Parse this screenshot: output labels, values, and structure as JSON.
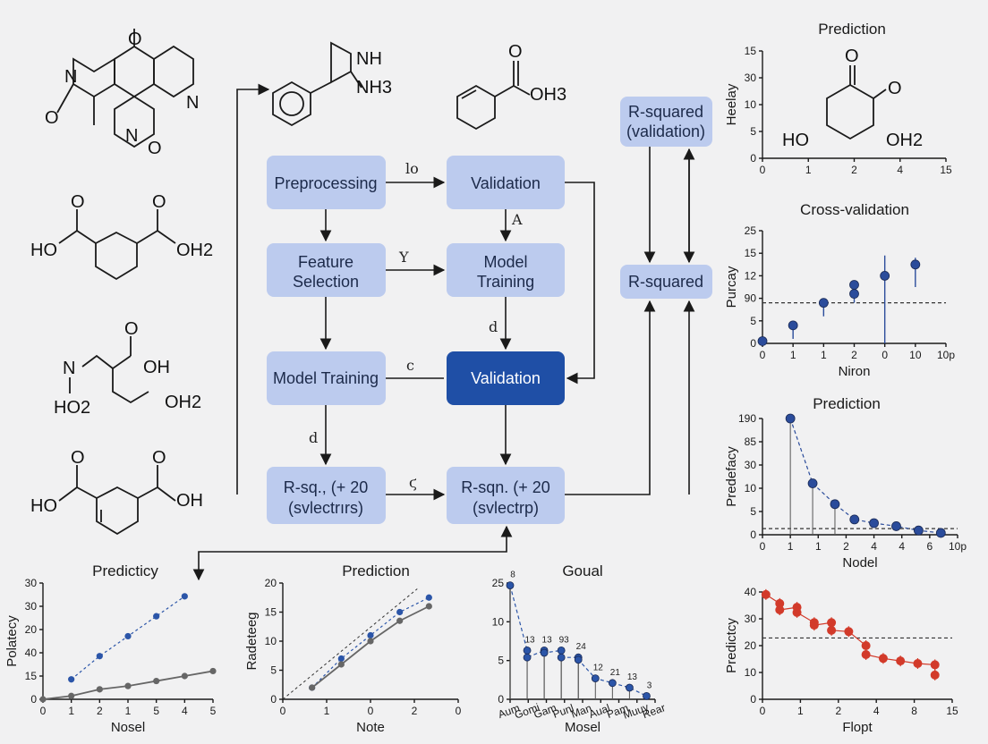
{
  "flowchart": {
    "nodes": {
      "preprocessing": "Preprocessing",
      "validation_top": "Validation",
      "feature_selection_1": "Feature",
      "feature_selection_2": "Selection",
      "model_training_mid_1": "Model",
      "model_training_mid_2": "Training",
      "model_training_left": "Model Training",
      "validation_dark": "Validation",
      "rsq_left_1": "R-sq., (+ 20",
      "rsq_left_2": "(svlectrırs)",
      "rsq_right_1": "R-sqn. (+ 20",
      "rsq_right_2": "(svlectrp)",
      "rsquared_val_1": "R-squared",
      "rsquared_val_2": "(validation)",
      "rsquared": "R-squared"
    },
    "edge_labels": {
      "pre_to_val": "lo",
      "val_down": "A",
      "feat_to_model": "Y",
      "model_down": "d",
      "train_to_val": "c",
      "train_down": "d",
      "rsq_to_rsq": "ϛ"
    }
  },
  "molecules": {
    "m1_atoms": [
      "O",
      "N",
      "O",
      "N",
      "N",
      "O"
    ],
    "m2_atoms": [
      "NH",
      "NH3"
    ],
    "m3_atoms": [
      "O",
      "OH3"
    ],
    "m4_atoms": [
      "O",
      "O",
      "HO",
      "OH2"
    ],
    "m5_atoms": [
      "O",
      "N",
      "OH",
      "HO2",
      "OH2"
    ],
    "m6_atoms": [
      "O",
      "O",
      "HO",
      "OH"
    ]
  },
  "chart_data": [
    {
      "type": "diagram-plot",
      "title": "Prediction",
      "ylabel": "Heelay",
      "yticks": [
        "0",
        "5",
        "10",
        "30",
        "15"
      ],
      "xticks": [
        "0",
        "1",
        "2",
        "4",
        "15"
      ],
      "atoms": [
        "O",
        "O",
        "HO",
        "OH2"
      ]
    },
    {
      "type": "scatter",
      "title": "Cross-validation",
      "xlabel": "Niron",
      "ylabel": "Purcay",
      "yticks": [
        "0",
        "5",
        "90",
        "12",
        "15",
        "25"
      ],
      "xticks": [
        "0",
        "1",
        "1",
        "2",
        "0",
        "10",
        "10p"
      ],
      "reference_line_y": 9,
      "points": [
        {
          "x": 0,
          "y": 0.5,
          "err": 1.5
        },
        {
          "x": 1,
          "y": 4,
          "err": 3
        },
        {
          "x": 2,
          "y": 9,
          "err": 3
        },
        {
          "x": 3,
          "y": 13,
          "err": 3
        },
        {
          "x": 3,
          "y": 11,
          "err": 2
        },
        {
          "x": 4,
          "y": 15,
          "err": 15
        },
        {
          "x": 5,
          "y": 17.5,
          "err": 5
        }
      ],
      "color": "#2b4c9b"
    },
    {
      "type": "scatter",
      "title": "Prediction",
      "xlabel": "Nodel",
      "ylabel": "Predefacy",
      "yticks": [
        "0",
        "5",
        "10",
        "30",
        "85",
        "190"
      ],
      "xticks": [
        "0",
        "1",
        "1",
        "2",
        "4",
        "4",
        "6",
        "10p"
      ],
      "reference_line_y": 10,
      "points": [
        {
          "x": 1,
          "y": 190,
          "drop": true
        },
        {
          "x": 1.8,
          "y": 84,
          "drop": true
        },
        {
          "x": 2.6,
          "y": 50,
          "drop": true
        },
        {
          "x": 3.3,
          "y": 25,
          "drop": false
        },
        {
          "x": 4.0,
          "y": 19,
          "drop": false
        },
        {
          "x": 4.8,
          "y": 14,
          "drop": false
        },
        {
          "x": 5.6,
          "y": 7,
          "drop": false
        },
        {
          "x": 6.4,
          "y": 3,
          "drop": false
        }
      ],
      "color": "#2b4c9b"
    },
    {
      "type": "line",
      "title": "Predicticy",
      "xlabel": "Nosel",
      "ylabel": "Polatecy",
      "yticks": [
        "0",
        "15",
        "40",
        "20",
        "30",
        "30"
      ],
      "xticks": [
        "0",
        "1",
        "2",
        "1",
        "5",
        "4",
        "5"
      ],
      "series": [
        {
          "values_x": [
            1,
            2,
            3,
            4,
            5
          ],
          "values_y": [
            6,
            13,
            19,
            25,
            31
          ],
          "color": "#2b55a8",
          "dashed": true
        },
        {
          "values_x": [
            0,
            1,
            2,
            3,
            4,
            5,
            6
          ],
          "values_y": [
            0,
            1,
            3,
            4,
            5.5,
            7,
            8.5
          ],
          "color": "#666666",
          "dashed": false
        }
      ]
    },
    {
      "type": "line",
      "title": "Prediction",
      "xlabel": "Note",
      "ylabel": "Radeteeg",
      "yticks": [
        "0",
        "5",
        "10",
        "15",
        "20"
      ],
      "xticks": [
        "0",
        "1",
        "0",
        "2",
        "0"
      ],
      "series": [
        {
          "values_x": [
            1,
            2,
            3,
            4,
            5
          ],
          "values_y": [
            2,
            7,
            11,
            15,
            17.5
          ],
          "color": "#2b55a8",
          "dashed": true
        },
        {
          "values_x": [
            1,
            2,
            3,
            4,
            5
          ],
          "values_y": [
            2,
            6,
            10,
            13.5,
            16
          ],
          "color": "#666666",
          "dashed": false
        }
      ]
    },
    {
      "type": "scatter",
      "title": "Goual",
      "xlabel": "Mosel",
      "yticks": [
        "0",
        "5",
        "10",
        "25"
      ],
      "xticks": [
        "Aum",
        "Gomi",
        "Gam",
        "Punl",
        "Man",
        "Aual",
        "Pam",
        "Muuy",
        "Rear"
      ],
      "point_labels": [
        "8",
        "13",
        "13",
        "93",
        "24",
        "12",
        "21",
        "13",
        "3"
      ],
      "points": [
        {
          "x": 0,
          "y": 24.5
        },
        {
          "x": 1,
          "y": 10.5
        },
        {
          "x": 1,
          "y": 9
        },
        {
          "x": 2,
          "y": 10.5
        },
        {
          "x": 2,
          "y": 10
        },
        {
          "x": 3,
          "y": 10.5
        },
        {
          "x": 3,
          "y": 9
        },
        {
          "x": 4,
          "y": 9
        },
        {
          "x": 4,
          "y": 8.5
        },
        {
          "x": 5,
          "y": 4.5
        },
        {
          "x": 6,
          "y": 3.5
        },
        {
          "x": 7,
          "y": 2.5
        },
        {
          "x": 8,
          "y": 0.7
        }
      ],
      "color": "#2b55a8"
    },
    {
      "type": "scatter",
      "title": "",
      "xlabel": "Flopt",
      "ylabel": "Predictcy",
      "yticks": [
        "0",
        "10",
        "20",
        "30",
        "40"
      ],
      "xticks": [
        "0",
        "1",
        "2",
        "4",
        "8",
        "15"
      ],
      "reference_line_y": 24,
      "points": [
        {
          "x": 0.1,
          "y": 41
        },
        {
          "x": 0.5,
          "y": 37.5
        },
        {
          "x": 0.5,
          "y": 35
        },
        {
          "x": 1,
          "y": 36
        },
        {
          "x": 1,
          "y": 34
        },
        {
          "x": 1.5,
          "y": 30
        },
        {
          "x": 1.5,
          "y": 29
        },
        {
          "x": 2,
          "y": 30
        },
        {
          "x": 2,
          "y": 27
        },
        {
          "x": 2.5,
          "y": 26.5
        },
        {
          "x": 3,
          "y": 21
        },
        {
          "x": 3,
          "y": 17.5
        },
        {
          "x": 3.5,
          "y": 16
        },
        {
          "x": 4,
          "y": 15
        },
        {
          "x": 4.5,
          "y": 14
        },
        {
          "x": 5,
          "y": 13.5
        },
        {
          "x": 5,
          "y": 9.5
        }
      ],
      "color": "#d23a2a"
    }
  ]
}
